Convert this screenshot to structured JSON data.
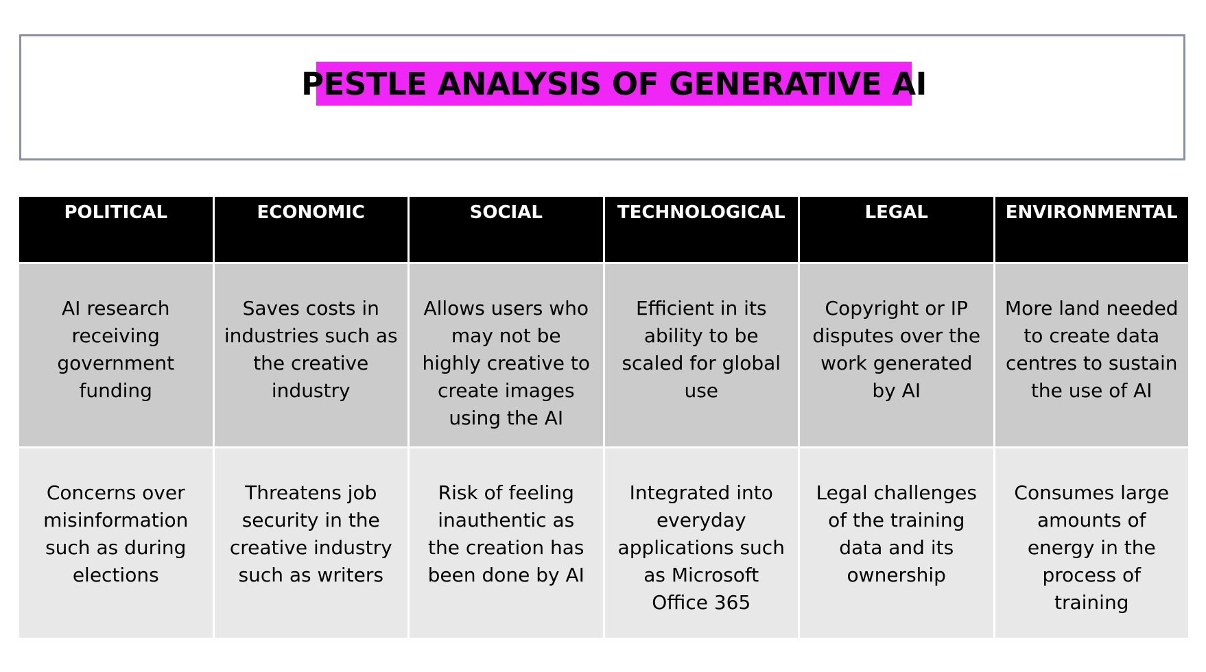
{
  "title": "PESTLE ANALYSIS OF GENERATIVE AI",
  "colors": {
    "title_highlight": "#f026f6",
    "header_bg": "#000000",
    "row1_bg": "#cbcbcb",
    "row2_bg": "#e8e8e8",
    "title_border": "#8792a8"
  },
  "table": {
    "headers": [
      "POLITICAL",
      "ECONOMIC",
      "SOCIAL",
      "TECHNOLOGICAL",
      "LEGAL",
      "ENVIRONMENTAL"
    ],
    "rows": [
      [
        "AI research receiving government funding",
        "Saves costs in industries such as the creative industry",
        "Allows users who may not be highly creative to create images using the AI",
        "Efficient in its ability to be scaled for global use",
        "Copyright or IP disputes over the work generated by AI",
        "More land needed to create data centres to sustain the use of AI"
      ],
      [
        "Concerns over misinformation such as during elections",
        "Threatens job security in the creative industry such as writers",
        "Risk of feeling inauthentic as the creation has been done by AI",
        "Integrated into everyday applications such as Microsoft Office 365",
        "Legal challenges of the training data and its ownership",
        "Consumes large amounts of energy in the process of training"
      ]
    ]
  }
}
